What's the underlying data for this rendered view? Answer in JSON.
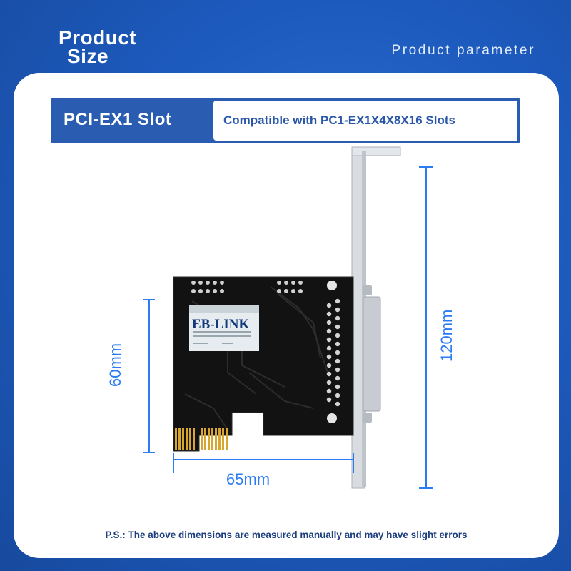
{
  "header": {
    "title_line1": "Product",
    "title_line2": "Size",
    "subtitle": "Product parameter"
  },
  "banner": {
    "slot_label": "PCI-EX1 Slot",
    "compat_text": "Compatible with PC1-EX1X4X8X16 Slots"
  },
  "dimensions": {
    "height_card": "60mm",
    "height_bracket": "120mm",
    "width_card": "65mm"
  },
  "board": {
    "brand": "EB-LINK"
  },
  "footer": {
    "note": "P.S.: The above dimensions are measured manually and may have slight errors"
  },
  "colors": {
    "background": "#1d5bbf",
    "banner": "#2a5db2",
    "dimension_lines": "#2b7cf3",
    "pcb": "#141414",
    "gold_contacts": "#d8a531"
  }
}
